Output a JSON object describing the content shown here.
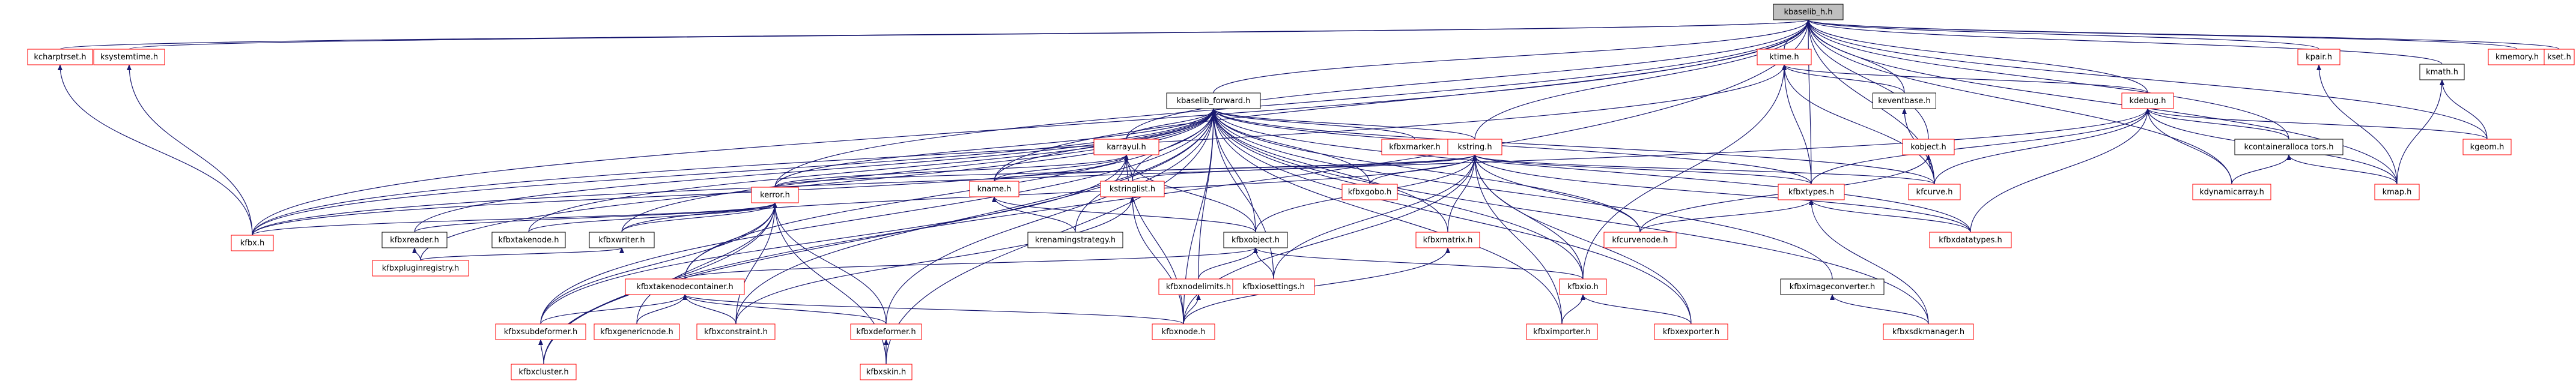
{
  "diagram": {
    "root": "kbaselib_h.h",
    "nodes": [
      {
        "id": "root",
        "label": "kbaselib_h.h",
        "style": "root"
      },
      {
        "id": "kchar",
        "label": "kcharptrset.h",
        "style": "red"
      },
      {
        "id": "ksystime",
        "label": "ksystemtime.h",
        "style": "red"
      },
      {
        "id": "ktime",
        "label": "ktime.h",
        "style": "red"
      },
      {
        "id": "kbasefwd",
        "label": "kbaselib_forward.h",
        "style": "black"
      },
      {
        "id": "keventbase",
        "label": "keventbase.h",
        "style": "black"
      },
      {
        "id": "kdebug",
        "label": "kdebug.h",
        "style": "red"
      },
      {
        "id": "kpair",
        "label": "kpair.h",
        "style": "red"
      },
      {
        "id": "kmath",
        "label": "kmath.h",
        "style": "black"
      },
      {
        "id": "kmemory",
        "label": "kmemory.h",
        "style": "red"
      },
      {
        "id": "kset",
        "label": "kset.h",
        "style": "red"
      },
      {
        "id": "karrayul",
        "label": "karrayul.h",
        "style": "red"
      },
      {
        "id": "kfbxmarker",
        "label": "kfbxmarker.h",
        "style": "red"
      },
      {
        "id": "kstring",
        "label": "kstring.h",
        "style": "red"
      },
      {
        "id": "kobject",
        "label": "kobject.h",
        "style": "red"
      },
      {
        "id": "kcontainer",
        "label": "kcontaineralloca tors.h",
        "style": "black"
      },
      {
        "id": "kgeom",
        "label": "kgeom.h",
        "style": "red"
      },
      {
        "id": "kname",
        "label": "kname.h",
        "style": "red"
      },
      {
        "id": "kstringlist",
        "label": "kstringlist.h",
        "style": "red"
      },
      {
        "id": "kfbxgobo",
        "label": "kfbxgobo.h",
        "style": "red"
      },
      {
        "id": "kfbxtypes",
        "label": "kfbxtypes.h",
        "style": "red"
      },
      {
        "id": "kfcurve",
        "label": "kfcurve.h",
        "style": "red"
      },
      {
        "id": "kdynamicarray",
        "label": "kdynamicarray.h",
        "style": "red"
      },
      {
        "id": "kmap",
        "label": "kmap.h",
        "style": "red"
      },
      {
        "id": "kerror",
        "label": "kerror.h",
        "style": "red"
      },
      {
        "id": "kfbx",
        "label": "kfbx.h",
        "style": "red"
      },
      {
        "id": "kfbxreader",
        "label": "kfbxreader.h",
        "style": "black"
      },
      {
        "id": "kfbxtakenode",
        "label": "kfbxtakenode.h",
        "style": "black"
      },
      {
        "id": "kfbxwriter",
        "label": "kfbxwriter.h",
        "style": "black"
      },
      {
        "id": "krenaming",
        "label": "krenamingstrategy.h",
        "style": "black"
      },
      {
        "id": "kfbxobject",
        "label": "kfbxobject.h",
        "style": "black"
      },
      {
        "id": "kfbxmatrix",
        "label": "kfbxmatrix.h",
        "style": "red"
      },
      {
        "id": "kfcurvenode",
        "label": "kfcurvenode.h",
        "style": "red"
      },
      {
        "id": "kfbxdatatypes",
        "label": "kfbxdatatypes.h",
        "style": "red"
      },
      {
        "id": "kfbxplugin",
        "label": "kfbxpluginregistry.h",
        "style": "red"
      },
      {
        "id": "kfbxtakecont",
        "label": "kfbxtakenodecontainer.h",
        "style": "red"
      },
      {
        "id": "kfbxnodelimits",
        "label": "kfbxnodelimits.h",
        "style": "red"
      },
      {
        "id": "kfbxiosettings",
        "label": "kfbxiosettings.h",
        "style": "red"
      },
      {
        "id": "kfbxio",
        "label": "kfbxio.h",
        "style": "red"
      },
      {
        "id": "kfbximageconv",
        "label": "kfbximageconverter.h",
        "style": "black"
      },
      {
        "id": "kfbxsubdeformer",
        "label": "kfbxsubdeformer.h",
        "style": "red"
      },
      {
        "id": "kfbxgenericnode",
        "label": "kfbxgenericnode.h",
        "style": "red"
      },
      {
        "id": "kfbxconstraint",
        "label": "kfbxconstraint.h",
        "style": "red"
      },
      {
        "id": "kfbxdeformer",
        "label": "kfbxdeformer.h",
        "style": "red"
      },
      {
        "id": "kfbxnode",
        "label": "kfbxnode.h",
        "style": "red"
      },
      {
        "id": "kfbximporter",
        "label": "kfbximporter.h",
        "style": "red"
      },
      {
        "id": "kfbxexporter",
        "label": "kfbxexporter.h",
        "style": "red"
      },
      {
        "id": "kfbxsdkmanager",
        "label": "kfbxsdkmanager.h",
        "style": "red"
      },
      {
        "id": "kfbxcluster",
        "label": "kfbxcluster.h",
        "style": "red"
      },
      {
        "id": "kfbxskin",
        "label": "kfbxskin.h",
        "style": "red"
      }
    ],
    "edges": [
      [
        "kchar",
        "root"
      ],
      [
        "ksystime",
        "root"
      ],
      [
        "ktime",
        "root"
      ],
      [
        "kbasefwd",
        "root"
      ],
      [
        "keventbase",
        "root"
      ],
      [
        "kdebug",
        "root"
      ],
      [
        "kpair",
        "root"
      ],
      [
        "kmath",
        "root"
      ],
      [
        "kmemory",
        "root"
      ],
      [
        "kset",
        "root"
      ],
      [
        "karrayul",
        "root"
      ],
      [
        "kstring",
        "root"
      ],
      [
        "kobject",
        "root"
      ],
      [
        "kcontainer",
        "root"
      ],
      [
        "kgeom",
        "root"
      ],
      [
        "kname",
        "root"
      ],
      [
        "kerror",
        "root"
      ],
      [
        "kfbx",
        "root"
      ],
      [
        "kmap",
        "root"
      ],
      [
        "kfcurve",
        "root"
      ],
      [
        "kdynamicarray",
        "root"
      ],
      [
        "kfbxtypes",
        "root"
      ],
      [
        "kfbxcluster",
        "root"
      ],
      [
        "kfbx",
        "kchar"
      ],
      [
        "kfbx",
        "ksystime"
      ],
      [
        "kfbx",
        "ktime"
      ],
      [
        "keventbase",
        "ktime"
      ],
      [
        "kdebug",
        "ktime"
      ],
      [
        "kfcurve",
        "ktime"
      ],
      [
        "kfbxtypes",
        "ktime"
      ],
      [
        "kfbxio",
        "ktime"
      ],
      [
        "karrayul",
        "kbasefwd"
      ],
      [
        "kfbxmarker",
        "kbasefwd"
      ],
      [
        "kstring",
        "kbasefwd"
      ],
      [
        "kname",
        "kbasefwd"
      ],
      [
        "kstringlist",
        "kbasefwd"
      ],
      [
        "kfbxgobo",
        "kbasefwd"
      ],
      [
        "kfbxtypes",
        "kbasefwd"
      ],
      [
        "kfcurve",
        "kbasefwd"
      ],
      [
        "kerror",
        "kbasefwd"
      ],
      [
        "kfbx",
        "kbasefwd"
      ],
      [
        "kfbxreader",
        "kbasefwd"
      ],
      [
        "kfbxtakenode",
        "kbasefwd"
      ],
      [
        "kfbxwriter",
        "kbasefwd"
      ],
      [
        "kfbxobject",
        "kbasefwd"
      ],
      [
        "kfbxmatrix",
        "kbasefwd"
      ],
      [
        "kfcurvenode",
        "kbasefwd"
      ],
      [
        "kfbxdatatypes",
        "kbasefwd"
      ],
      [
        "kfbxplugin",
        "kbasefwd"
      ],
      [
        "kfbxtakecont",
        "kbasefwd"
      ],
      [
        "kfbxnodelimits",
        "kbasefwd"
      ],
      [
        "kfbxiosettings",
        "kbasefwd"
      ],
      [
        "kfbxio",
        "kbasefwd"
      ],
      [
        "kfbximageconv",
        "kbasefwd"
      ],
      [
        "kfbxsubdeformer",
        "kbasefwd"
      ],
      [
        "kfbxconstraint",
        "kbasefwd"
      ],
      [
        "kfbxdeformer",
        "kbasefwd"
      ],
      [
        "kfbxnode",
        "kbasefwd"
      ],
      [
        "kfbximporter",
        "kbasefwd"
      ],
      [
        "kfbxexporter",
        "kbasefwd"
      ],
      [
        "kfbxsdkmanager",
        "kbasefwd"
      ],
      [
        "kfbxcluster",
        "kbasefwd"
      ],
      [
        "kfbxskin",
        "kbasefwd"
      ],
      [
        "kfcurve",
        "keventbase"
      ],
      [
        "kfbx",
        "kdebug"
      ],
      [
        "kfbxtypes",
        "kdebug"
      ],
      [
        "kfcurve",
        "kdebug"
      ],
      [
        "kcontainer",
        "kdebug"
      ],
      [
        "kgeom",
        "kdebug"
      ],
      [
        "kdynamicarray",
        "kdebug"
      ],
      [
        "kmap",
        "kdebug"
      ],
      [
        "kfbxdatatypes",
        "kdebug"
      ],
      [
        "kmap",
        "kpair"
      ],
      [
        "kmap",
        "kmath"
      ],
      [
        "kgeom",
        "kmath"
      ],
      [
        "kfbx",
        "karrayul"
      ],
      [
        "kname",
        "karrayul"
      ],
      [
        "kstringlist",
        "karrayul"
      ],
      [
        "kerror",
        "karrayul"
      ],
      [
        "kfbxobject",
        "karrayul"
      ],
      [
        "kfbxnode",
        "karrayul"
      ],
      [
        "krenaming",
        "karrayul"
      ],
      [
        "kfbxsubdeformer",
        "karrayul"
      ],
      [
        "kname",
        "kstring"
      ],
      [
        "kstringlist",
        "kstring"
      ],
      [
        "kfbxgobo",
        "kstring"
      ],
      [
        "kfbxtypes",
        "kstring"
      ],
      [
        "kfcurve",
        "kstring"
      ],
      [
        "kerror",
        "kstring"
      ],
      [
        "kfbxwriter",
        "kstring"
      ],
      [
        "kfbxobject",
        "kstring"
      ],
      [
        "kfbxmatrix",
        "kstring"
      ],
      [
        "kfcurvenode",
        "kstring"
      ],
      [
        "kfbxdatatypes",
        "kstring"
      ],
      [
        "kfbxio",
        "kstring"
      ],
      [
        "kfbximporter",
        "kstring"
      ],
      [
        "kfbxexporter",
        "kstring"
      ],
      [
        "kfbxnode",
        "kstring"
      ],
      [
        "kfbxiosettings",
        "kstring"
      ],
      [
        "kfcurve",
        "kobject"
      ],
      [
        "kfcurvenode",
        "kobject"
      ],
      [
        "kmap",
        "kcontainer"
      ],
      [
        "kdynamicarray",
        "kcontainer"
      ],
      [
        "krenaming",
        "kname"
      ],
      [
        "kfbxobject",
        "kname"
      ],
      [
        "kfbxnode",
        "kstringlist"
      ],
      [
        "kfbxconstraint",
        "kstringlist"
      ],
      [
        "kfbx",
        "kerror"
      ],
      [
        "kfbxreader",
        "kerror"
      ],
      [
        "kfbxtakenode",
        "kerror"
      ],
      [
        "kfbxwriter",
        "kerror"
      ],
      [
        "kfbxtakecont",
        "kerror"
      ],
      [
        "kfbxsubdeformer",
        "kerror"
      ],
      [
        "kfbxgenericnode",
        "kerror"
      ],
      [
        "kfbxconstraint",
        "kerror"
      ],
      [
        "kfbxdeformer",
        "kerror"
      ],
      [
        "kfbxskin",
        "kerror"
      ],
      [
        "kfbxcluster",
        "kerror"
      ],
      [
        "kfbxplugin",
        "kfbxreader"
      ],
      [
        "kfbxplugin",
        "kfbxwriter"
      ],
      [
        "kfbxiosettings",
        "kfbxobject"
      ],
      [
        "kfbxio",
        "kfbxobject"
      ],
      [
        "kfbxtakecont",
        "kfbxobject"
      ],
      [
        "kfbxnodelimits",
        "kfbxobject"
      ],
      [
        "kfbxnode",
        "kfbxnodelimits"
      ],
      [
        "kfbximporter",
        "kfbxio"
      ],
      [
        "kfbxexporter",
        "kfbxio"
      ],
      [
        "kfbxnode",
        "kfbxtakecont"
      ],
      [
        "kfbxsubdeformer",
        "kfbxtakecont"
      ],
      [
        "kfbxgenericnode",
        "kfbxtakecont"
      ],
      [
        "kfbxconstraint",
        "kfbxtakecont"
      ],
      [
        "kfbxdeformer",
        "kfbxtakecont"
      ],
      [
        "kfbxsdkmanager",
        "kfbximageconv"
      ],
      [
        "kfbxcluster",
        "kfbxsubdeformer"
      ],
      [
        "kfbxskin",
        "kfbxdeformer"
      ],
      [
        "kfbxsdkmanager",
        "kfbxtypes"
      ],
      [
        "kfcurvenode",
        "kfbxtypes"
      ],
      [
        "kfbxdatatypes",
        "kfbxtypes"
      ],
      [
        "kfbxnode",
        "kfbxmatrix"
      ]
    ]
  }
}
